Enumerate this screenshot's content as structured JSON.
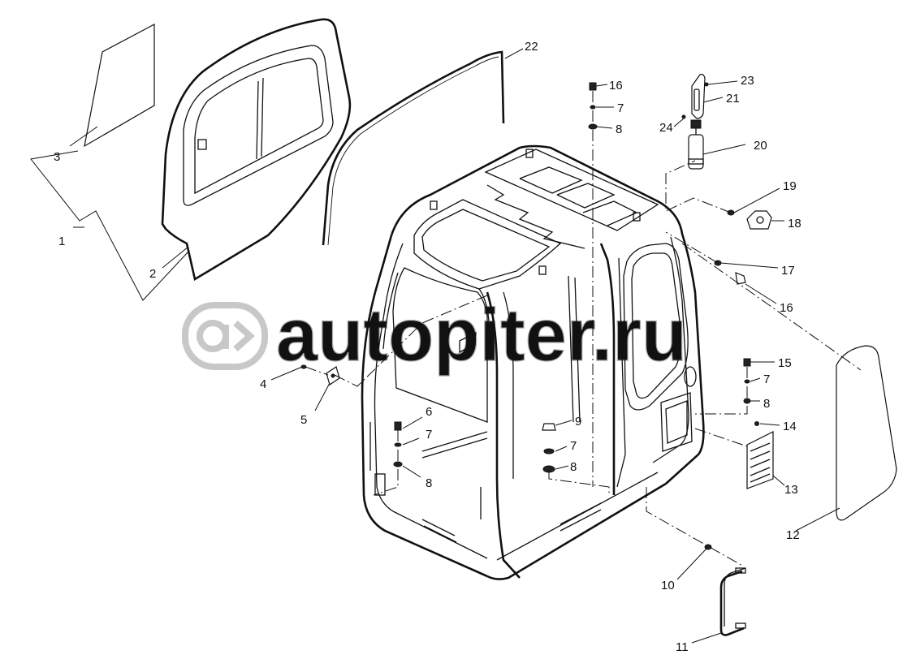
{
  "watermark": {
    "text": "autopiter.ru",
    "color": "#c8c8c8"
  },
  "callouts": [
    {
      "id": "c1",
      "label": "1"
    },
    {
      "id": "c2",
      "label": "2"
    },
    {
      "id": "c3",
      "label": "3"
    },
    {
      "id": "c4",
      "label": "4"
    },
    {
      "id": "c5",
      "label": "5"
    },
    {
      "id": "c6",
      "label": "6"
    },
    {
      "id": "c7a",
      "label": "7"
    },
    {
      "id": "c8a",
      "label": "8"
    },
    {
      "id": "c9",
      "label": "9"
    },
    {
      "id": "c7b",
      "label": "7"
    },
    {
      "id": "c8b",
      "label": "8"
    },
    {
      "id": "c10",
      "label": "10"
    },
    {
      "id": "c11",
      "label": "11"
    },
    {
      "id": "c12",
      "label": "12"
    },
    {
      "id": "c13",
      "label": "13"
    },
    {
      "id": "c14",
      "label": "14"
    },
    {
      "id": "c15",
      "label": "15"
    },
    {
      "id": "c7c",
      "label": "7"
    },
    {
      "id": "c8c",
      "label": "8"
    },
    {
      "id": "c16a",
      "label": "16"
    },
    {
      "id": "c7d",
      "label": "7"
    },
    {
      "id": "c8d",
      "label": "8"
    },
    {
      "id": "c16b",
      "label": "16"
    },
    {
      "id": "c17",
      "label": "17"
    },
    {
      "id": "c18",
      "label": "18"
    },
    {
      "id": "c19",
      "label": "19"
    },
    {
      "id": "c20",
      "label": "20"
    },
    {
      "id": "c21",
      "label": "21"
    },
    {
      "id": "c22",
      "label": "22"
    },
    {
      "id": "c23",
      "label": "23"
    },
    {
      "id": "c24",
      "label": "24"
    }
  ]
}
